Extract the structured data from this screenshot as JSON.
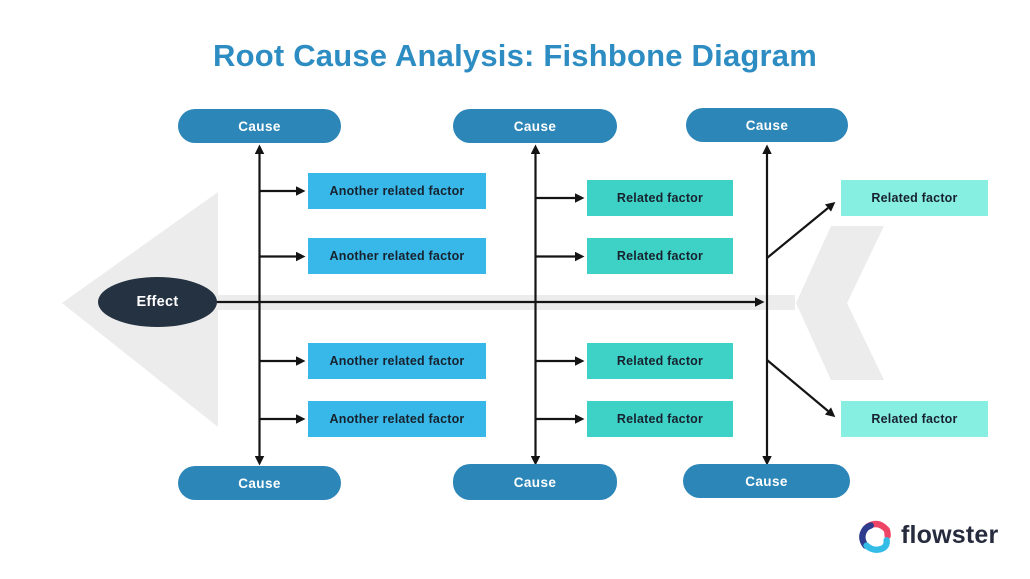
{
  "title": "Root Cause Analysis: Fishbone Diagram",
  "effect": "Effect",
  "causes": {
    "top": [
      "Cause",
      "Cause",
      "Cause"
    ],
    "bottom": [
      "Cause",
      "Cause",
      "Cause"
    ]
  },
  "factors": {
    "left": [
      "Another related factor",
      "Another related factor",
      "Another related factor",
      "Another related factor"
    ],
    "middle": [
      "Related factor",
      "Related factor",
      "Related factor",
      "Related factor"
    ],
    "right": [
      "Related factor",
      "Related factor"
    ]
  },
  "logo": {
    "text": "flowster"
  },
  "colors": {
    "title": "#2d8dc3",
    "cause_pill": "#2d86b8",
    "factor_left": "#38b8e8",
    "factor_middle": "#3ed2c6",
    "factor_right": "#87eee2",
    "effect_node": "#253241",
    "connector": "#141414",
    "watermark_gray": "#ececec",
    "logo_text": "#262b3e",
    "logo_pink": "#ee4566",
    "logo_dark_blue": "#2f3c8e",
    "logo_light_blue": "#33bce6"
  }
}
